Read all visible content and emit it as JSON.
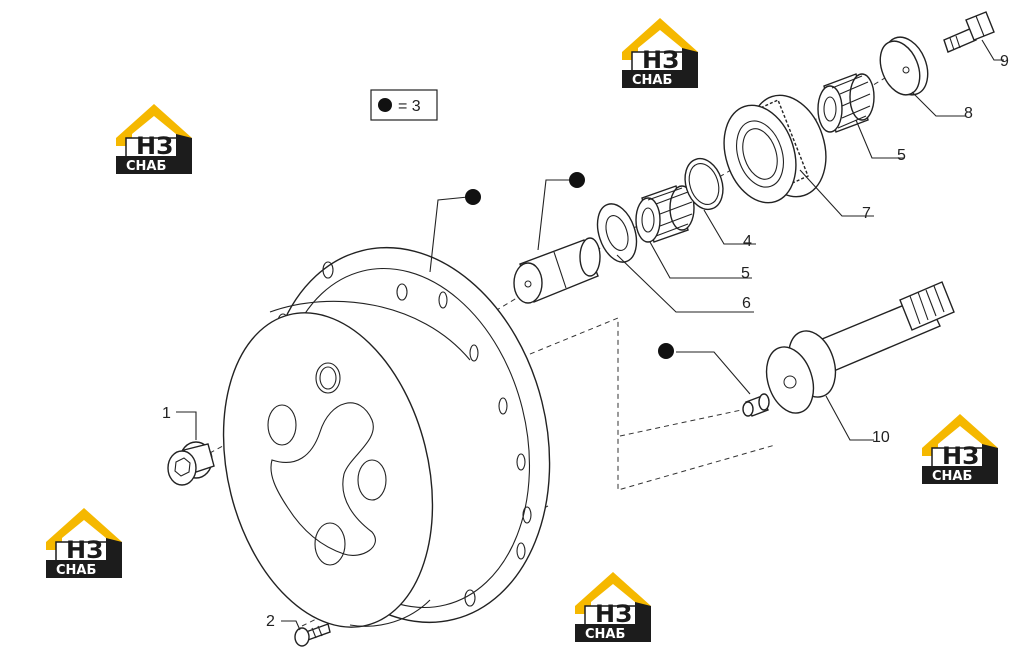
{
  "legend": {
    "label": "= 3"
  },
  "callouts": [
    {
      "id": "1",
      "text": "1"
    },
    {
      "id": "2",
      "text": "2"
    },
    {
      "id": "4",
      "text": "4"
    },
    {
      "id": "5a",
      "text": "5"
    },
    {
      "id": "5b",
      "text": "5"
    },
    {
      "id": "6",
      "text": "6"
    },
    {
      "id": "7",
      "text": "7"
    },
    {
      "id": "8",
      "text": "8"
    },
    {
      "id": "9",
      "text": "9"
    },
    {
      "id": "10",
      "text": "10"
    }
  ],
  "watermark": {
    "main": "НЗ",
    "sub": "СНАБ",
    "colors": {
      "roof": "#f5b800",
      "dark": "#1c1c1c"
    }
  }
}
